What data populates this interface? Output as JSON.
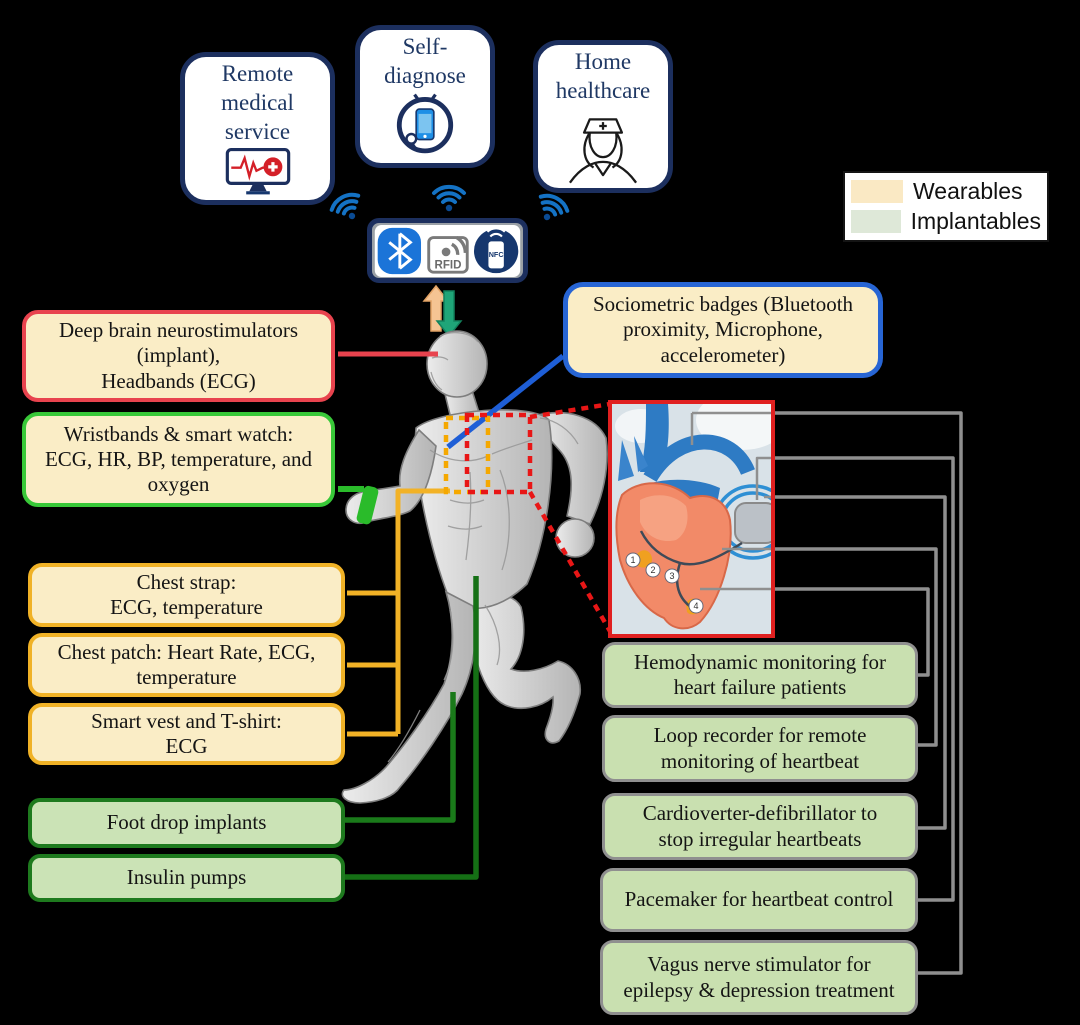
{
  "top_services": {
    "remote": {
      "label": "Remote\nmedical\nservice"
    },
    "self_diagnose": {
      "label": "Self-diagnose"
    },
    "home": {
      "label": "Home\nhealthcare"
    }
  },
  "hub": {
    "rfid_label": "RFID",
    "nfc_label": "NFC"
  },
  "legend": {
    "wearables": {
      "label": "Wearables",
      "color": "#FAE9C4"
    },
    "implantables": {
      "label": "Implantables",
      "color": "#DEE8D8"
    }
  },
  "wearables": {
    "deep_brain": "Deep brain neurostimulators\n(implant),\nHeadbands (ECG)",
    "wristbands": "Wristbands & smart watch:\nECG, HR, BP, temperature, and\noxygen",
    "chest_strap": "Chest strap:\nECG, temperature",
    "chest_patch": "Chest patch: Heart Rate, ECG,\ntemperature",
    "smart_vest": "Smart vest and T-shirt:\nECG",
    "sociometric": "Sociometric badges (Bluetooth\nproximity, Microphone,\naccelerometer)"
  },
  "implantables": {
    "foot_drop": "Foot drop implants",
    "insulin": "Insulin pumps",
    "hemodynamic": "Hemodynamic monitoring for\nheart failure patients",
    "loop_recorder": "Loop recorder for remote\nmonitoring of heartbeat",
    "cardioverter": "Cardioverter-defibrillator to\nstop irregular heartbeats",
    "pacemaker": "Pacemaker for heartbeat control",
    "vagus": "Vagus nerve stimulator for\nepilepsy & depression treatment"
  },
  "heart_inset": {
    "lead_labels": [
      "1",
      "2",
      "3",
      "4"
    ]
  },
  "colors": {
    "wearable_fill": "#FAEDC6",
    "implant_fill": "#C9E0B0",
    "red_accent": "#E8434E",
    "green_accent": "#38C838",
    "gold_accent": "#F0B226",
    "blue_accent": "#2765D4",
    "navy": "#1C2F5E",
    "connector_gray": "#8F8F8F"
  }
}
